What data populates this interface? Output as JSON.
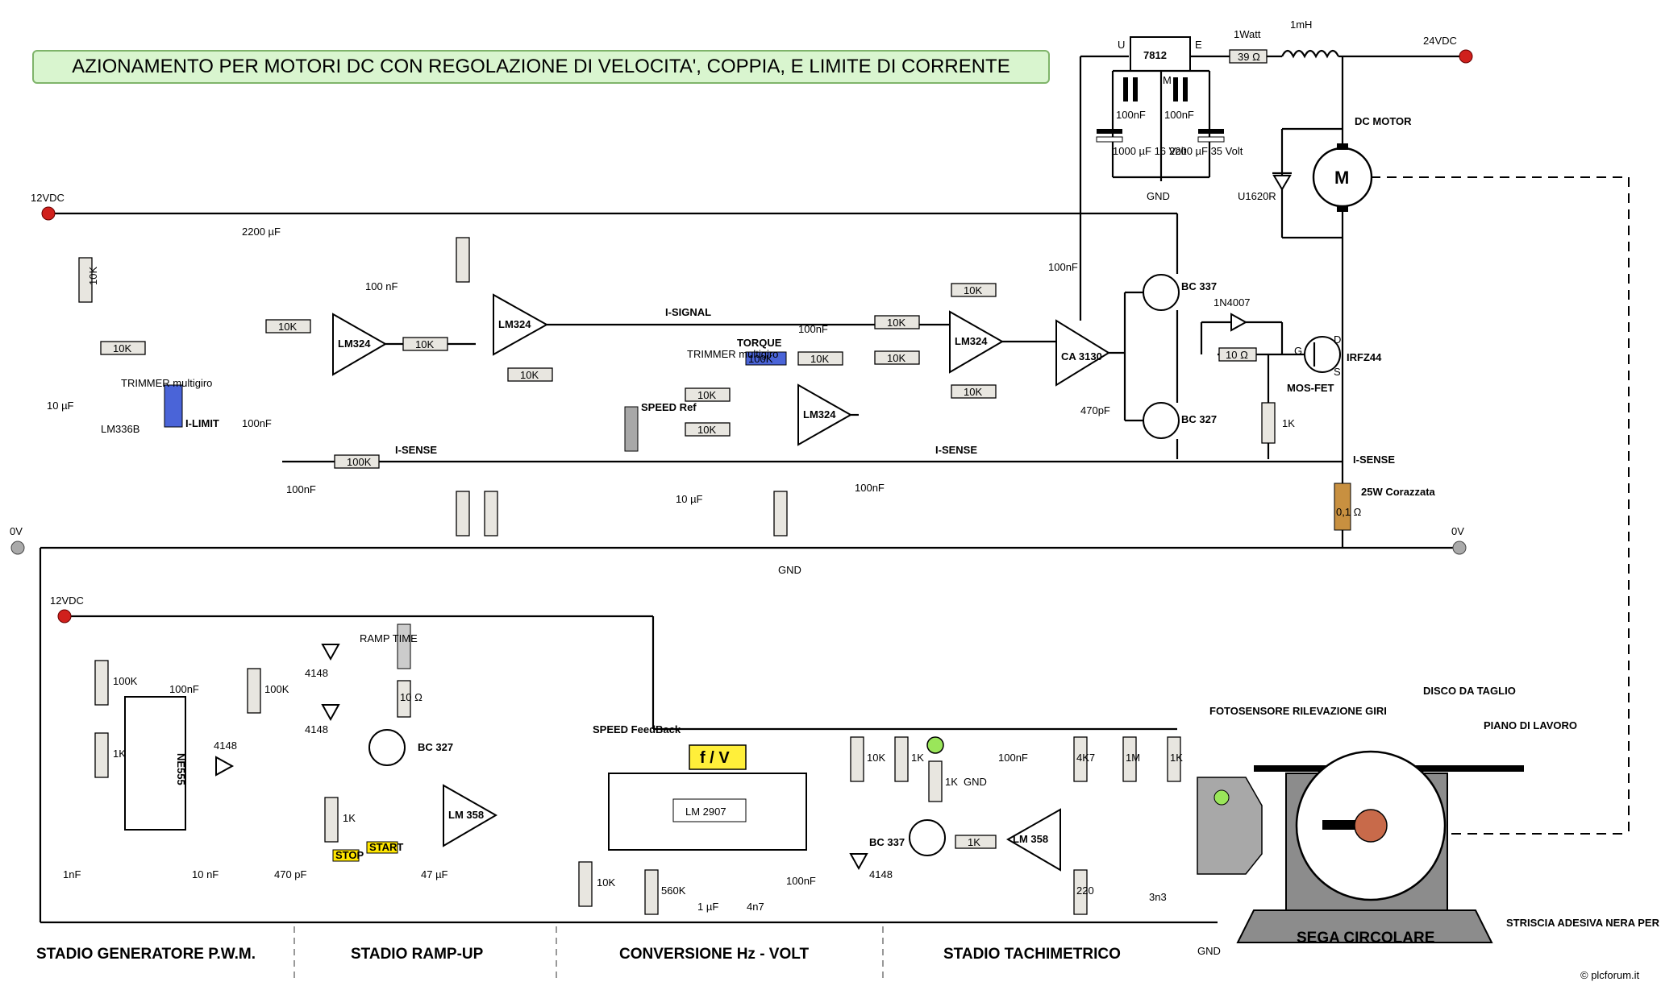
{
  "title": "AZIONAMENTO PER MOTORI DC CON REGOLAZIONE DI VELOCITA', COPPIA, E LIMITE DI CORRENTE",
  "supply": {
    "v12a": "12VDC",
    "v12b": "12VDC",
    "v24": "24VDC",
    "ov_left": "0V",
    "ov_right": "0V",
    "gnd": "GND"
  },
  "stages": [
    "STADIO GENERATORE P.W.M.",
    "STADIO RAMP-UP",
    "CONVERSIONE Hz - VOLT",
    "STADIO TACHIMETRICO",
    "SEGA CIRCOLARE"
  ],
  "ics": {
    "lm324": "LM324",
    "ca3130": "CA 3130",
    "ne555": "NE555",
    "lm358": "LM 358",
    "lm2907": "LM 2907",
    "fv": "f / V",
    "reg": "7812"
  },
  "signals": {
    "isignal": "I-SIGNAL",
    "isense": "I-SENSE",
    "ilimit": "I-LIMIT",
    "speed_feedback": "SPEED FeedBack",
    "speed_ref": "SPEED Ref",
    "torque": "TORQUE",
    "ramp_time": "RAMP TIME",
    "trimmer": "TRIMMER multigiro",
    "stop": "STOP",
    "start": "START"
  },
  "components": {
    "r10k": "10K",
    "r100k": "100K",
    "r1k": "1K",
    "r10": "10 Ω",
    "r560k": "560K",
    "r4k7": "4K7",
    "r1m": "1M",
    "r220": "220",
    "r39": "39 Ω",
    "r01": "0,1 Ω",
    "c100n": "100nF",
    "c100n_s": "100 nF",
    "c2200": "2200 µF",
    "c10u": "10 µF",
    "c470p": "470pF",
    "c47u": "47 µF",
    "c1u": "1 µF",
    "c4n7": "4n7",
    "c3n3": "3n3",
    "c1n": "1nF",
    "c10n": "10 nF",
    "c470p_s": "470 pF",
    "c1000u": "1000 µF 16 Volt",
    "c2200u": "2200 µF 35 Volt",
    "lm336": "LM336B",
    "bc337": "BC 337",
    "bc327": "BC 327",
    "irfz44": "IRFZ44",
    "mosfet": "MOS-FET",
    "d1n4007": "1N4007",
    "d4148": "4148",
    "u1620": "U1620R",
    "inductor": "1mH",
    "watt": "1Watt",
    "rshunt": "25W Corazzata",
    "motor": "DC MOTOR",
    "motor_symbol": "M"
  },
  "pins": {
    "reg_u": "U",
    "reg_e": "E",
    "reg_m": "M"
  },
  "saw_annotations": {
    "disco": "DISCO DA TAGLIO",
    "piano": "PIANO DI LAVORO",
    "foto": "FOTOSENSORE RILEVAZIONE GIRI",
    "striscia": "STRISCIA ADESIVA NERA PER OTTENERE L' IMPULSO-GIRO"
  },
  "watermark": "© plcforum.it",
  "colors": {
    "title_bg": "#d9f5cf",
    "title_border": "#7fb46a",
    "terminal": "#d0201c",
    "trimmer": "#4a64d8",
    "shunt": "#c89040",
    "fv_bg": "#ffef3a",
    "sensor": "#a8a8a8",
    "saw_body": "#8c8c8c"
  }
}
